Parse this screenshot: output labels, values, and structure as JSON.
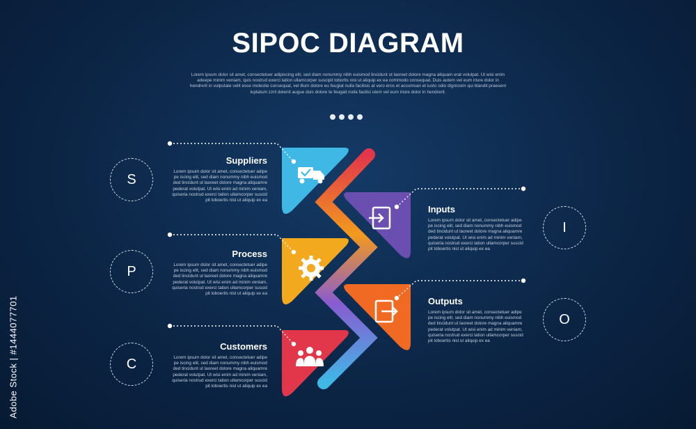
{
  "title": "SIPOC DIAGRAM",
  "intro": "Lorem ipsum dolor sit amet, consectetuer adipiscing elit, sed diam nonummy nibh euismod tincidunt ut laoreet dolore magna aliquam erat volutpat. Ut wisi enim adeepe minim veniam, quis nostrud exerci tation ullamcorper suscipit lobortis nisl ut aliquip ex ea commodo consequat. Duis autem vel eum iriure dolor in hendrerit in vulputate velit esse molestie consequat, vel illum dolore eu feugiat nulla facilisis at vero eros et accumsan et iusto odio dignissim qui blandit praesent luptatum zzril delenit augue duis dolore te feugait nulla facilisi utem vel eum iriure dolor in hendrerit.",
  "steps": [
    {
      "letter": "S",
      "heading": "Suppliers",
      "icon": "truck-check-icon",
      "color": "#3fb8e6"
    },
    {
      "letter": "I",
      "heading": "Inputs",
      "icon": "sign-in-icon",
      "color": "#6b4fb0"
    },
    {
      "letter": "P",
      "heading": "Process",
      "icon": "gear-icon",
      "color": "#f3a91e"
    },
    {
      "letter": "O",
      "heading": "Outputs",
      "icon": "sign-out-icon",
      "color": "#f06a24"
    },
    {
      "letter": "C",
      "heading": "Customers",
      "icon": "group-icon",
      "color": "#e2364a"
    }
  ],
  "step_description": "Lorem ipsum dolor sit amet, consectetuer adipe pe iscing elit, sed diam nonummy nibh euismod ded tincidunt ut laoreet dolore magna aliquamre pederat volutpat. Ut wisi enim ad minim veniam, quiseria nostrud exerci tation ullamcorper suscid pit loboertis nisl ut aliquip ex ea",
  "credit": "Adobe Stock | #1444077701"
}
